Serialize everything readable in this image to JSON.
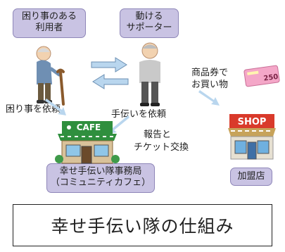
{
  "nodes": {
    "user_label": [
      "困り事のある",
      "利用者"
    ],
    "supporter_label": [
      "動ける",
      "サポーター"
    ],
    "office_label": [
      "幸せ手伝い隊事務局",
      "（コミュニティカフェ）"
    ],
    "member_store_label": "加盟店"
  },
  "edges": {
    "request_trouble": "困り事を依頼",
    "request_help": "手伝いを依頼",
    "report_exchange": [
      "報告と",
      "チケット交換"
    ],
    "shopping": [
      "商品券で",
      "お買い物"
    ]
  },
  "illustrations": {
    "cafe_sign": "CAFE",
    "shop_sign": "SHOP",
    "voucher_text": "250"
  },
  "footer": {
    "title": "幸せ手伝い隊の仕組み"
  },
  "colors": {
    "pill_fill": "#c9c3e3",
    "arrow_fill": "#b9d6ee",
    "awning_green": "#2f8f3e",
    "shop_red": "#d93a2b"
  }
}
